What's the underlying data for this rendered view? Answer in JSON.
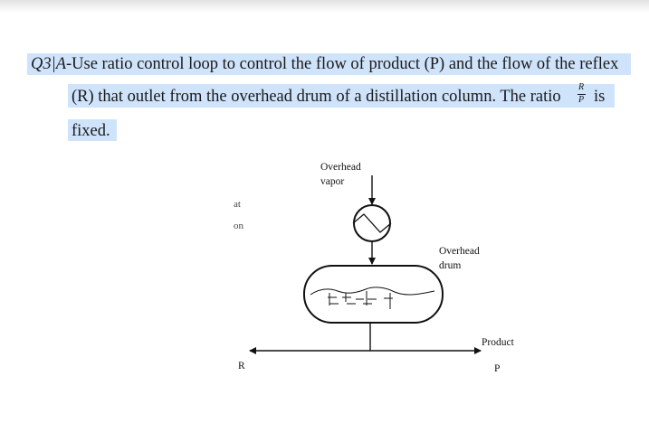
{
  "question": {
    "number": "Q3|A",
    "line1_rest": "-Use ratio control loop to control the flow of product (P) and the flow of the reflex",
    "line2_text": "(R) that outlet from the overhead drum of a distillation column. The ratio",
    "fraction_numerator": "R",
    "fraction_denominator": "P",
    "line2_end": "is",
    "line3_text": "fixed."
  },
  "diagram": {
    "overhead_vapor_label_1": "Overhead",
    "overhead_vapor_label_2": "vapor",
    "overhead_drum_label_1": "Overhead",
    "overhead_drum_label_2": "drum",
    "product_label": "Product",
    "product_symbol": "P",
    "reflux_symbol": "R",
    "cut_text_1": "at",
    "cut_text_2": "on"
  },
  "colors": {
    "highlight": "#cfe3fb",
    "text": "#1a1a1a"
  }
}
